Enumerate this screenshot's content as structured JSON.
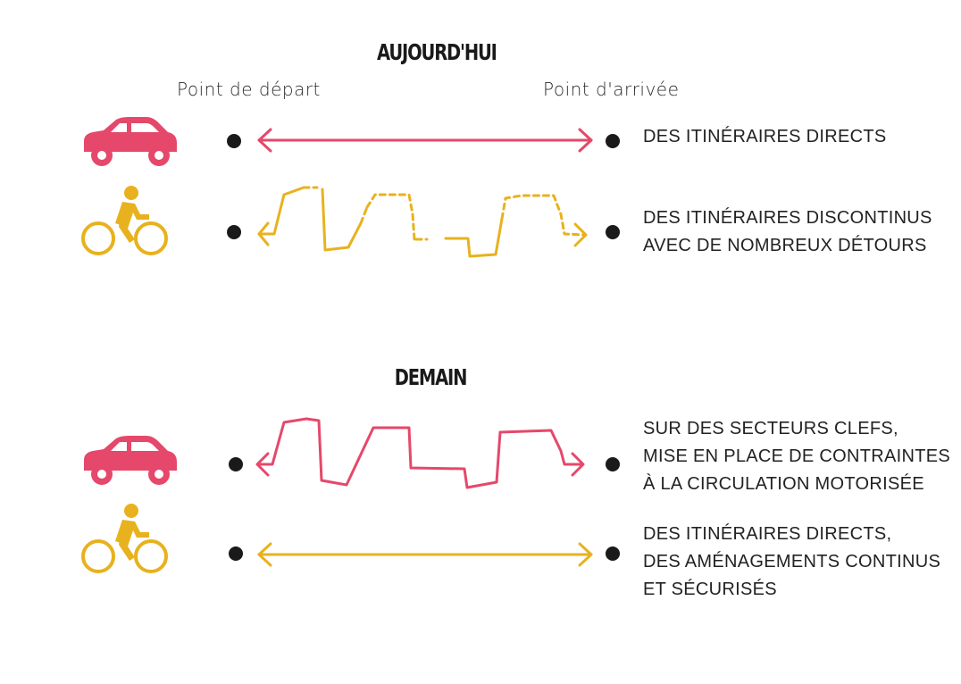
{
  "today": {
    "title": "AUJOURD'HUI",
    "start_label": "Point de départ",
    "end_label": "Point d'arrivée",
    "car_desc": [
      "DES ITINÉRAIRES DIRECTS"
    ],
    "bike_desc": [
      "DES ITINÉRAIRES DISCONTINUS",
      "AVEC DE NOMBREUX DÉTOURS"
    ]
  },
  "tomorrow": {
    "title": "DEMAIN",
    "car_desc": [
      "SUR DES SECTEURS CLEFS,",
      "MISE EN PLACE DE CONTRAINTES",
      "À LA CIRCULATION MOTORISÉE"
    ],
    "bike_desc": [
      "DES ITINÉRAIRES DIRECTS,",
      "DES AMÉNAGEMENTS CONTINUS",
      "ET SÉCURISÉS"
    ]
  },
  "colors": {
    "car": "#e5486a",
    "bike": "#e8b21e",
    "dot": "#1a1a1a"
  },
  "icons": {
    "car": "car-icon",
    "bike": "cyclist-icon"
  }
}
